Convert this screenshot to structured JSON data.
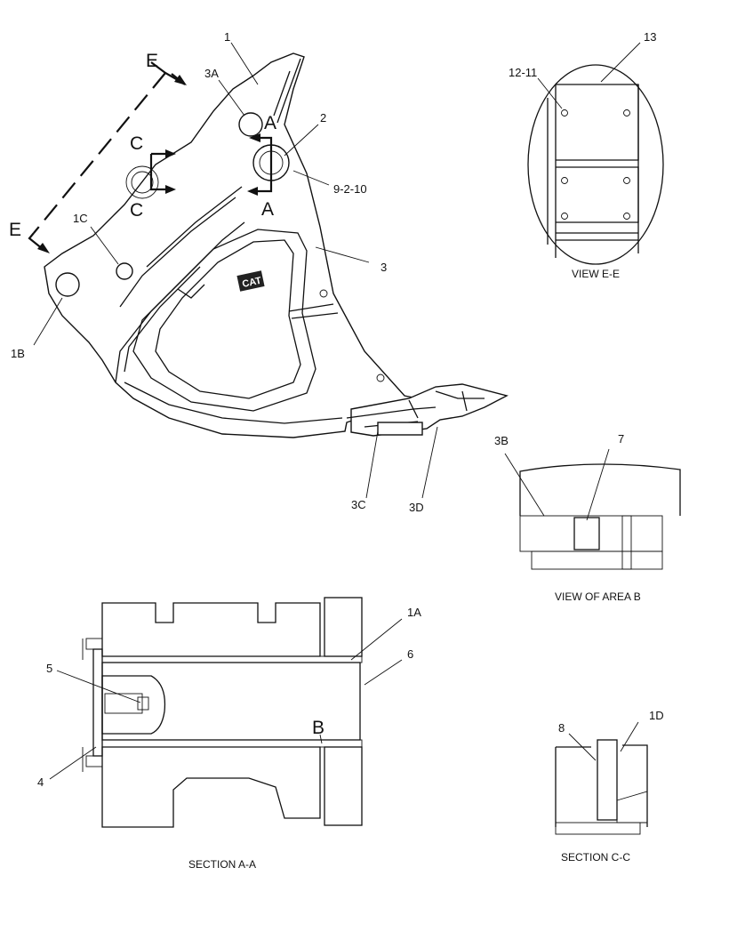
{
  "main_view": {
    "labels": {
      "l1": "1",
      "l3a": "3A",
      "l2": "2",
      "l9210": "9-2-10",
      "l3": "3",
      "l1c": "1C",
      "l1b": "1B",
      "l3c": "3C",
      "l3d": "3D"
    },
    "section_marks": {
      "e_top": "E",
      "e_left": "E",
      "a_top": "A",
      "a_bottom": "A",
      "c_top": "C",
      "c_bottom": "C"
    },
    "logo_text": "CAT"
  },
  "view_ee": {
    "caption": "VIEW E-E",
    "labels": {
      "l13": "13",
      "l1211": "12-11"
    }
  },
  "view_area_b": {
    "caption": "VIEW OF AREA B",
    "labels": {
      "l3b": "3B",
      "l7": "7"
    }
  },
  "section_aa": {
    "caption": "SECTION A-A",
    "labels": {
      "l1a": "1A",
      "l6": "6",
      "l5": "5",
      "l4": "4",
      "lb": "B"
    }
  },
  "section_cc": {
    "caption": "SECTION C-C",
    "labels": {
      "l8": "8",
      "l1d": "1D"
    }
  }
}
